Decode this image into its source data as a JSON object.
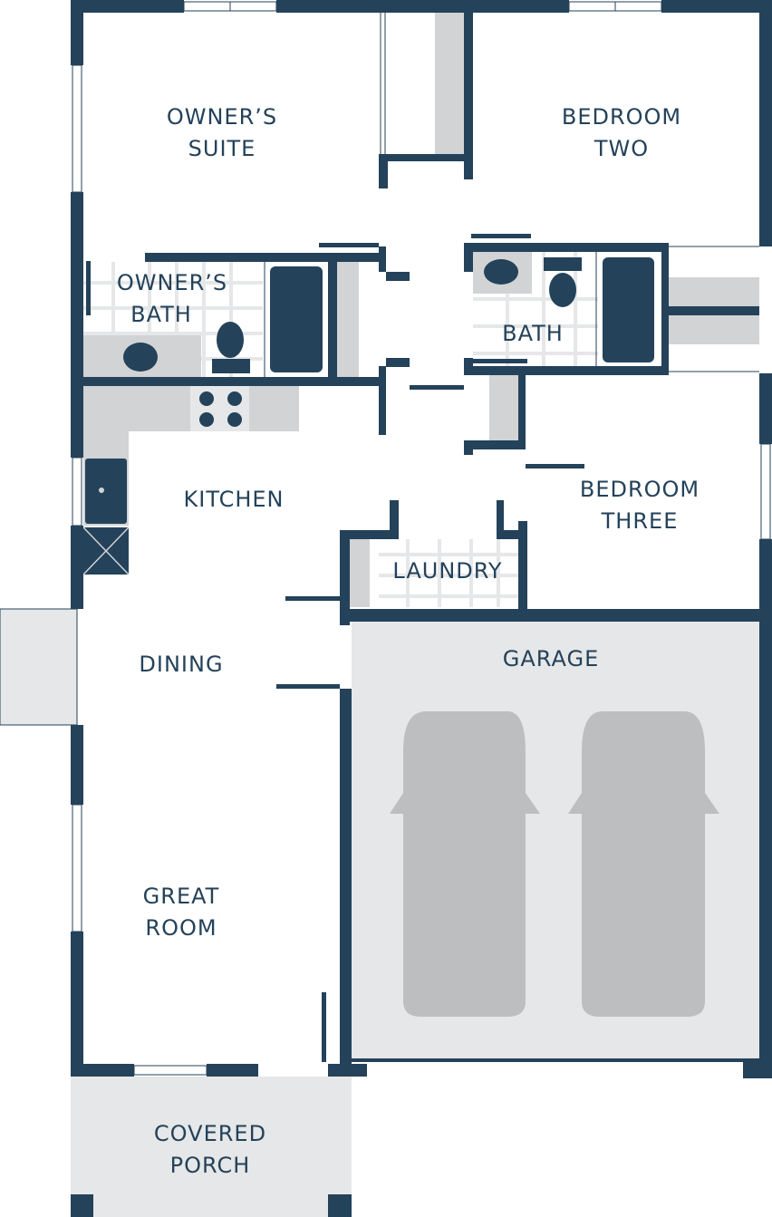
{
  "rooms": {
    "owners_suite": [
      "OWNER’S",
      "SUITE"
    ],
    "bedroom_two": [
      "BEDROOM",
      "TWO"
    ],
    "owners_bath": [
      "OWNER’S",
      "BATH"
    ],
    "bath": "BATH",
    "kitchen": "KITCHEN",
    "bedroom_three": [
      "BEDROOM",
      "THREE"
    ],
    "laundry": "LAUNDRY",
    "garage": "GARAGE",
    "dining": "DINING",
    "great_room": [
      "GREAT",
      "ROOM"
    ],
    "covered_porch": [
      "COVERED",
      "PORCH"
    ]
  },
  "colors": {
    "wall": "#24425A",
    "fixture": "#D1D3D4",
    "floor": "#E6E7E8",
    "car": "#BCBEC0"
  }
}
